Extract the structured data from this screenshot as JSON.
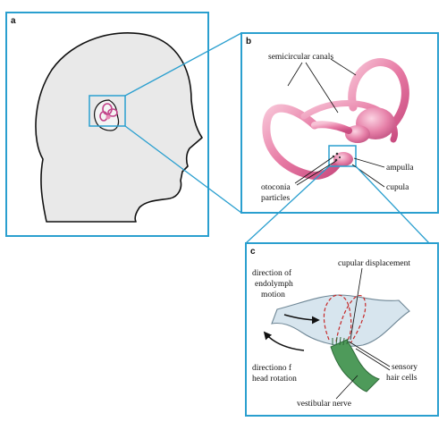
{
  "panels": {
    "a": {
      "letter": "a"
    },
    "b": {
      "letter": "b",
      "labels": {
        "semicircular": "semicircular canals",
        "otoconia_1": "otoconia",
        "otoconia_2": "particles",
        "ampulla": "ampulla",
        "cupula": "cupula"
      }
    },
    "c": {
      "letter": "c",
      "labels": {
        "cupular": "cupular displacement",
        "endo_1": "direction of",
        "endo_2": "endolymph",
        "endo_3": "motion",
        "head_1": "directiono f",
        "head_2": "head rotation",
        "hair_1": "sensory",
        "hair_2": "hair cells",
        "nerve": "vestibular nerve"
      }
    }
  },
  "colors": {
    "frame": "#2a9fcf",
    "canal": "#e0709c",
    "canal_light": "#f4b3cb",
    "fluid": "#d7e5ee",
    "nerve": "#4e9a5a",
    "dash": "#c62828"
  }
}
